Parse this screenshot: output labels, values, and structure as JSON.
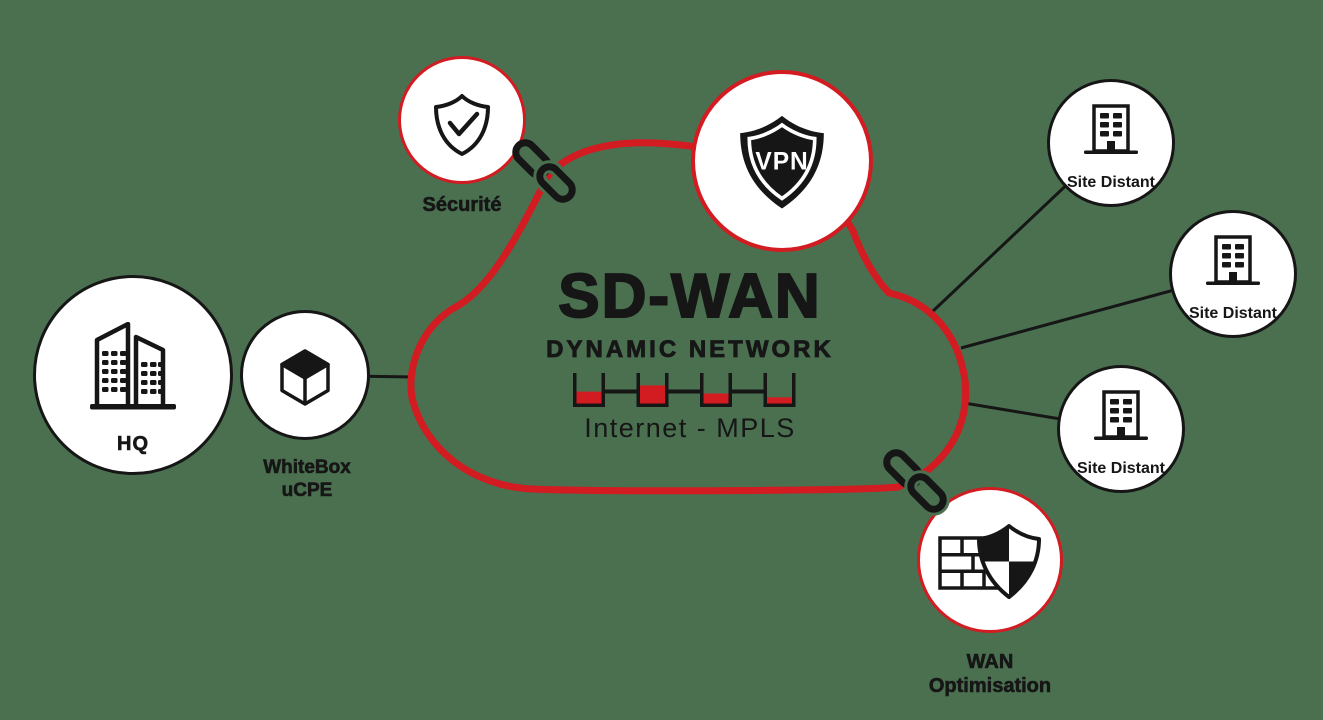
{
  "background": "#4a7050",
  "palette": {
    "red": "#d31b22",
    "black": "#161616",
    "white": "#ffffff"
  },
  "cloud": {
    "title": "SD-WAN",
    "subtitle": "DYNAMIC NETWORK",
    "caption": "Internet - MPLS",
    "links": {
      "levels_percent": [
        44,
        67,
        37,
        23
      ]
    }
  },
  "nodes": {
    "hq": {
      "label": "HQ",
      "icon": "buildings-icon"
    },
    "whitebox": {
      "label": [
        "WhiteBox",
        "uCPE"
      ],
      "icon": "cube-icon"
    },
    "securite": {
      "label": "Sécurité",
      "icon": "shield-check-icon"
    },
    "vpn": {
      "label": "VPN",
      "icon": "vpn-shield-icon"
    },
    "sites": [
      {
        "label": "Site Distant",
        "icon": "building-icon"
      },
      {
        "label": "Site Distant",
        "icon": "building-icon"
      },
      {
        "label": "Site Distant",
        "icon": "building-icon"
      }
    ],
    "wan": {
      "label": [
        "WAN",
        "Optimisation"
      ],
      "icon": "firewall-shield-icon"
    }
  }
}
